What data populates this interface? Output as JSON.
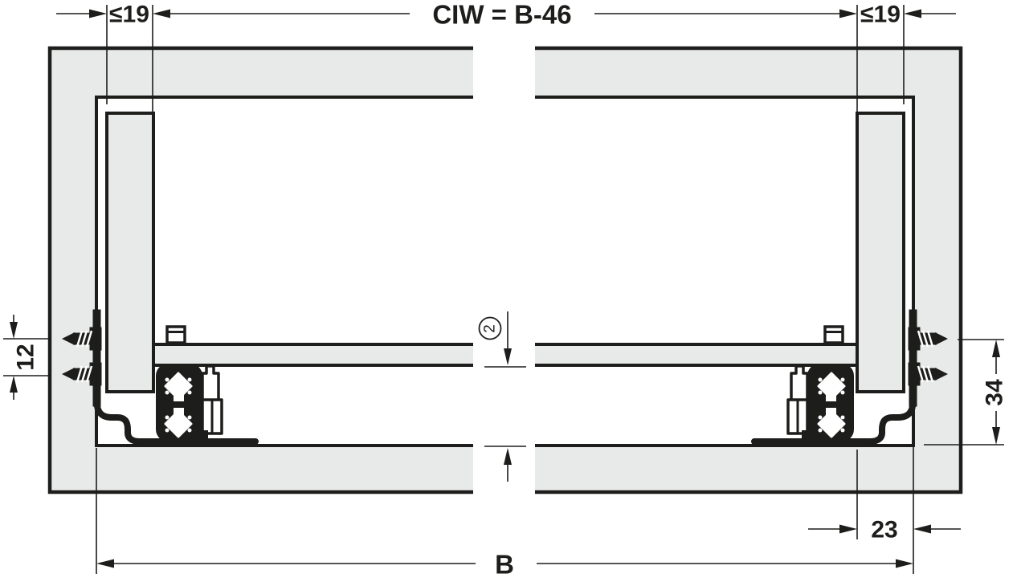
{
  "drawing": {
    "kind": "drawer-slide installation cross-section",
    "dims": {
      "inner_width": "CIW = B-46",
      "side_thickness_left": "≤19",
      "side_thickness_right": "≤19",
      "screw_spacing": "12",
      "rail_height": "34",
      "side_clearance": "23",
      "cabinet_width": "B",
      "callout": "2"
    }
  },
  "theme": {
    "panel_fill": "#e8e9e9",
    "line_color": "#1d1d1b",
    "background": "#ffffff"
  }
}
